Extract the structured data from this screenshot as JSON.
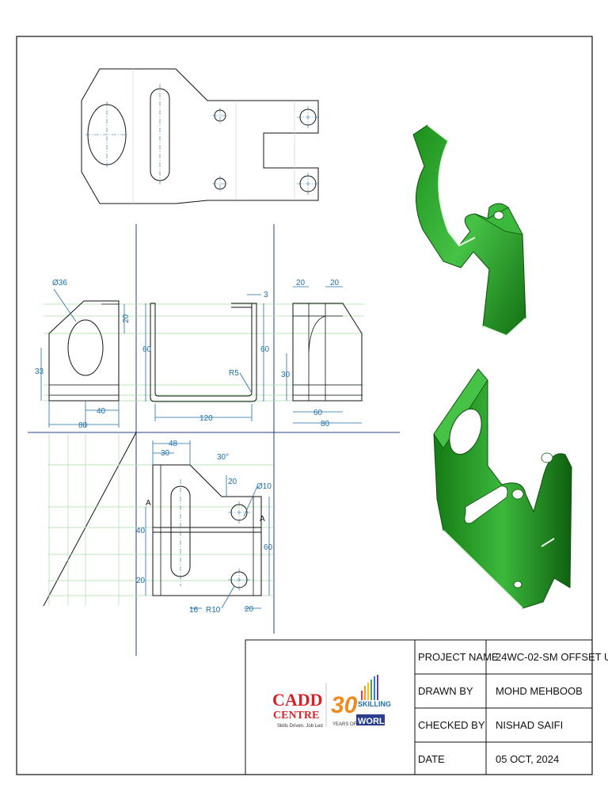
{
  "dimensions": {
    "top_dia36": "Ø36",
    "top_20": "20",
    "top_33": "33",
    "top_40": "40",
    "top_80": "80",
    "front_60_left": "60",
    "front_60_right": "60",
    "front_3": "3",
    "front_r5": "R5",
    "front_120": "120",
    "side_20a": "20",
    "side_20b": "20",
    "side_30": "30",
    "side_60": "60",
    "side_80": "80",
    "plan_48": "48",
    "plan_30": "30",
    "plan_30deg": "30°",
    "plan_20": "20",
    "plan_dia10": "Ø10",
    "plan_40": "40",
    "plan_60": "60",
    "plan_20b": "20",
    "plan_16": "16",
    "plan_r10": "R10",
    "plan_20c": "20",
    "section_a1": "A",
    "section_a2": "A"
  },
  "title_block": {
    "project_name_label": "PROJECT NAME",
    "project_name_value": "24WC-02-SM OFFSET U",
    "drawn_by_label": "DRAWN BY",
    "drawn_by_value": "MOHD MEHBOOB",
    "checked_by_label": "CHECKED BY",
    "checked_by_value": "NISHAD SAIFI",
    "date_label": "DATE",
    "date_value": "05 OCT, 2024"
  },
  "logo": {
    "cadd": "CADD",
    "centre": "CENTRE",
    "tagline": "Skills Driven. Job Led",
    "years_num": "30",
    "years_of": "YEARS OF",
    "skilling": "SKILLING",
    "world": "WORLD"
  },
  "colors": {
    "line": "#111111",
    "dim": "#1d6fa8",
    "construction": "#9fd59f",
    "green_part": "#2fa52f",
    "green_dark": "#1e7a1e",
    "logo_red": "#d6232a"
  }
}
